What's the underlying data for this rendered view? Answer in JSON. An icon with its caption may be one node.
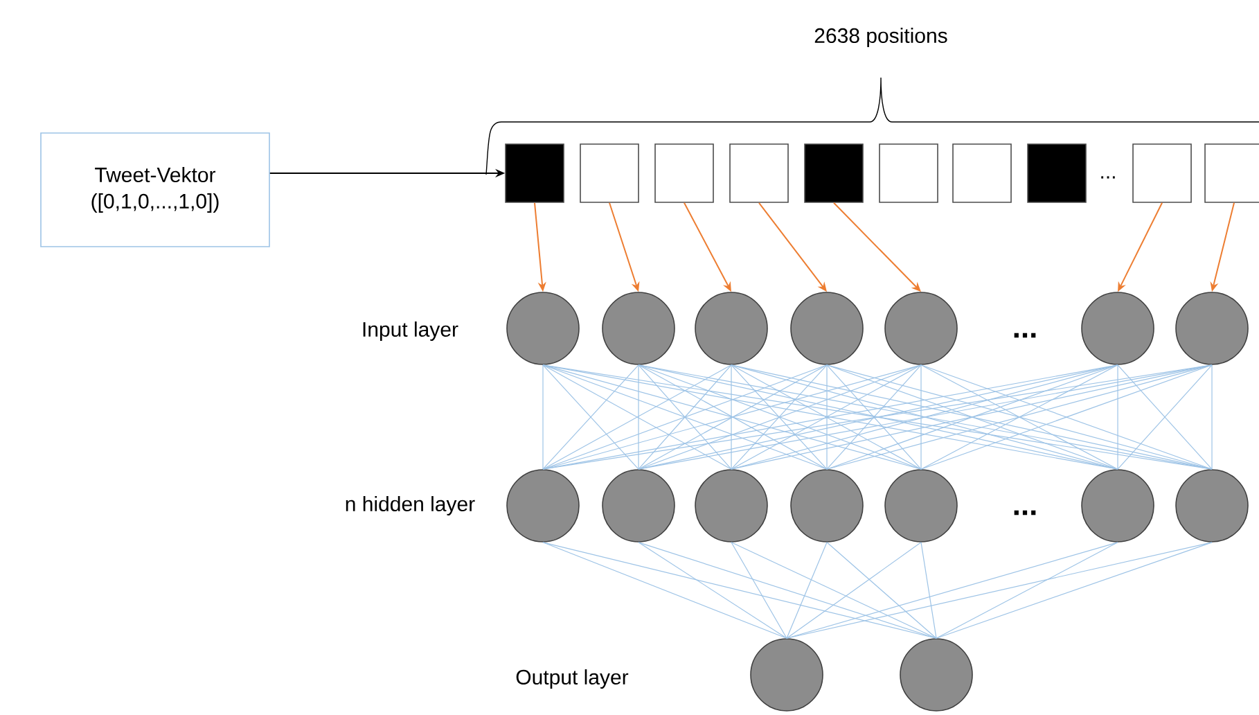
{
  "diagram": {
    "nodes": [
      {
        "text": [
          "Tweet-Vektor ([0,1,0,...,1,0])"
        ]
      },
      {
        "text": [],
        "shape": "box"
      },
      {
        "text": [],
        "shape": "box"
      },
      {
        "text": [],
        "shape": "box"
      },
      {
        "text": [],
        "shape": "box"
      },
      {
        "text": [],
        "shape": "box"
      },
      {
        "text": [],
        "shape": "box"
      },
      {
        "text": [],
        "shape": "box"
      },
      {
        "text": [],
        "shape": "box"
      },
      {
        "text": [],
        "shape": "box"
      },
      {
        "text": [],
        "shape": "box"
      },
      {
        "text": [],
        "shape": "circle"
      },
      {
        "text": [],
        "shape": "circle"
      },
      {
        "text": [],
        "shape": "circle"
      },
      {
        "text": [],
        "shape": "circle"
      },
      {
        "text": [],
        "shape": "circle"
      },
      {
        "text": [],
        "shape": "circle"
      },
      {
        "text": [],
        "shape": "circle"
      },
      {
        "text": [],
        "shape": "circle"
      },
      {
        "text": [],
        "shape": "circle"
      },
      {
        "text": [],
        "shape": "circle"
      },
      {
        "text": [],
        "shape": "circle"
      },
      {
        "text": [],
        "shape": "circle"
      },
      {
        "text": [],
        "shape": "circle"
      },
      {
        "text": [],
        "shape": "circle"
      },
      {
        "text": [],
        "shape": "circle"
      },
      {
        "text": [],
        "shape": "circle"
      }
    ],
    "edges": [
      {
        "from": 0,
        "to": 1,
        "arrow": "to",
        "color": "#000000"
      },
      {
        "from": 1,
        "to": 11,
        "arrow": "to",
        "color": "#ed7d31"
      },
      {
        "from": 2,
        "to": 12,
        "arrow": "to",
        "color": "#ed7d31"
      },
      {
        "from": 3,
        "to": 13,
        "arrow": "to",
        "color": "#ed7d31"
      },
      {
        "from": 4,
        "to": 14,
        "arrow": "to",
        "color": "#ed7d31"
      },
      {
        "from": 5,
        "to": 15,
        "arrow": "to",
        "color": "#ed7d31"
      },
      {
        "from": 9,
        "to": 16,
        "arrow": "to",
        "color": "#ed7d31"
      },
      {
        "from": 10,
        "to": 17,
        "arrow": "to",
        "color": "#ed7d31"
      },
      {
        "from": 11,
        "to": 18,
        "arrow": "none"
      },
      {
        "from": 11,
        "to": 19,
        "arrow": "none"
      },
      {
        "from": 11,
        "to": 20,
        "arrow": "none"
      },
      {
        "from": 11,
        "to": 21,
        "arrow": "none"
      },
      {
        "from": 11,
        "to": 22,
        "arrow": "none"
      },
      {
        "from": 11,
        "to": 23,
        "arrow": "none"
      },
      {
        "from": 11,
        "to": 24,
        "arrow": "none"
      },
      {
        "from": 12,
        "to": 18,
        "arrow": "none"
      },
      {
        "from": 12,
        "to": 19,
        "arrow": "none"
      },
      {
        "from": 12,
        "to": 20,
        "arrow": "none"
      },
      {
        "from": 12,
        "to": 21,
        "arrow": "none"
      },
      {
        "from": 12,
        "to": 22,
        "arrow": "none"
      },
      {
        "from": 12,
        "to": 23,
        "arrow": "none"
      },
      {
        "from": 12,
        "to": 24,
        "arrow": "none"
      },
      {
        "from": 13,
        "to": 18,
        "arrow": "none"
      },
      {
        "from": 13,
        "to": 19,
        "arrow": "none"
      },
      {
        "from": 13,
        "to": 20,
        "arrow": "none"
      },
      {
        "from": 13,
        "to": 21,
        "arrow": "none"
      },
      {
        "from": 13,
        "to": 22,
        "arrow": "none"
      },
      {
        "from": 13,
        "to": 23,
        "arrow": "none"
      },
      {
        "from": 13,
        "to": 24,
        "arrow": "none"
      },
      {
        "from": 14,
        "to": 18,
        "arrow": "none"
      },
      {
        "from": 14,
        "to": 19,
        "arrow": "none"
      },
      {
        "from": 14,
        "to": 20,
        "arrow": "none"
      },
      {
        "from": 14,
        "to": 21,
        "arrow": "none"
      },
      {
        "from": 14,
        "to": 22,
        "arrow": "none"
      },
      {
        "from": 14,
        "to": 23,
        "arrow": "none"
      },
      {
        "from": 14,
        "to": 24,
        "arrow": "none"
      },
      {
        "from": 15,
        "to": 18,
        "arrow": "none"
      },
      {
        "from": 15,
        "to": 19,
        "arrow": "none"
      },
      {
        "from": 15,
        "to": 20,
        "arrow": "none"
      },
      {
        "from": 15,
        "to": 21,
        "arrow": "none"
      },
      {
        "from": 15,
        "to": 22,
        "arrow": "none"
      },
      {
        "from": 15,
        "to": 23,
        "arrow": "none"
      },
      {
        "from": 15,
        "to": 24,
        "arrow": "none"
      },
      {
        "from": 16,
        "to": 18,
        "arrow": "none"
      },
      {
        "from": 16,
        "to": 19,
        "arrow": "none"
      },
      {
        "from": 16,
        "to": 20,
        "arrow": "none"
      },
      {
        "from": 16,
        "to": 21,
        "arrow": "none"
      },
      {
        "from": 16,
        "to": 22,
        "arrow": "none"
      },
      {
        "from": 16,
        "to": 23,
        "arrow": "none"
      },
      {
        "from": 16,
        "to": 24,
        "arrow": "none"
      },
      {
        "from": 17,
        "to": 18,
        "arrow": "none"
      },
      {
        "from": 17,
        "to": 19,
        "arrow": "none"
      },
      {
        "from": 17,
        "to": 20,
        "arrow": "none"
      },
      {
        "from": 17,
        "to": 21,
        "arrow": "none"
      },
      {
        "from": 17,
        "to": 22,
        "arrow": "none"
      },
      {
        "from": 17,
        "to": 23,
        "arrow": "none"
      },
      {
        "from": 17,
        "to": 24,
        "arrow": "none"
      },
      {
        "from": 18,
        "to": 25,
        "arrow": "none"
      },
      {
        "from": 18,
        "to": 26,
        "arrow": "none"
      },
      {
        "from": 19,
        "to": 25,
        "arrow": "none"
      },
      {
        "from": 19,
        "to": 26,
        "arrow": "none"
      },
      {
        "from": 20,
        "to": 25,
        "arrow": "none"
      },
      {
        "from": 20,
        "to": 26,
        "arrow": "none"
      },
      {
        "from": 21,
        "to": 25,
        "arrow": "none"
      },
      {
        "from": 21,
        "to": 26,
        "arrow": "none"
      },
      {
        "from": 22,
        "to": 25,
        "arrow": "none"
      },
      {
        "from": 22,
        "to": 26,
        "arrow": "none"
      },
      {
        "from": 23,
        "to": 25,
        "arrow": "none"
      },
      {
        "from": 23,
        "to": 26,
        "arrow": "none"
      },
      {
        "from": 24,
        "to": 25,
        "arrow": "none"
      },
      {
        "from": 24,
        "to": 26,
        "arrow": "none"
      }
    ],
    "labels": [
      "2638 positions",
      "...",
      "Input layer",
      "...",
      "n hidden layer",
      "...",
      "Output layer"
    ]
  }
}
